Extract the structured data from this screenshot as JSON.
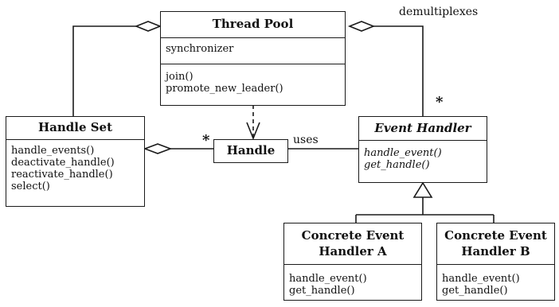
{
  "thread_pool": {
    "name": "Thread Pool",
    "attributes": [
      "synchronizer"
    ],
    "operations": [
      "join()",
      "promote_new_leader()"
    ]
  },
  "handle_set": {
    "name": "Handle Set",
    "operations": [
      "handle_events()",
      "deactivate_handle()",
      "reactivate_handle()",
      "select()"
    ]
  },
  "handle": {
    "name": "Handle"
  },
  "event_handler": {
    "name": "Event Handler",
    "operations": [
      "handle_event()",
      "get_handle()"
    ]
  },
  "concrete_a": {
    "name_line1": "Concrete Event",
    "name_line2": "Handler A",
    "operations": [
      "handle_event()",
      "get_handle()"
    ]
  },
  "concrete_b": {
    "name_line1": "Concrete Event",
    "name_line2": "Handler B",
    "operations": [
      "handle_event()",
      "get_handle()"
    ]
  },
  "labels": {
    "demultiplexes": "demultiplexes",
    "uses": "uses",
    "many_event_handler": "*",
    "many_handle": "*"
  }
}
